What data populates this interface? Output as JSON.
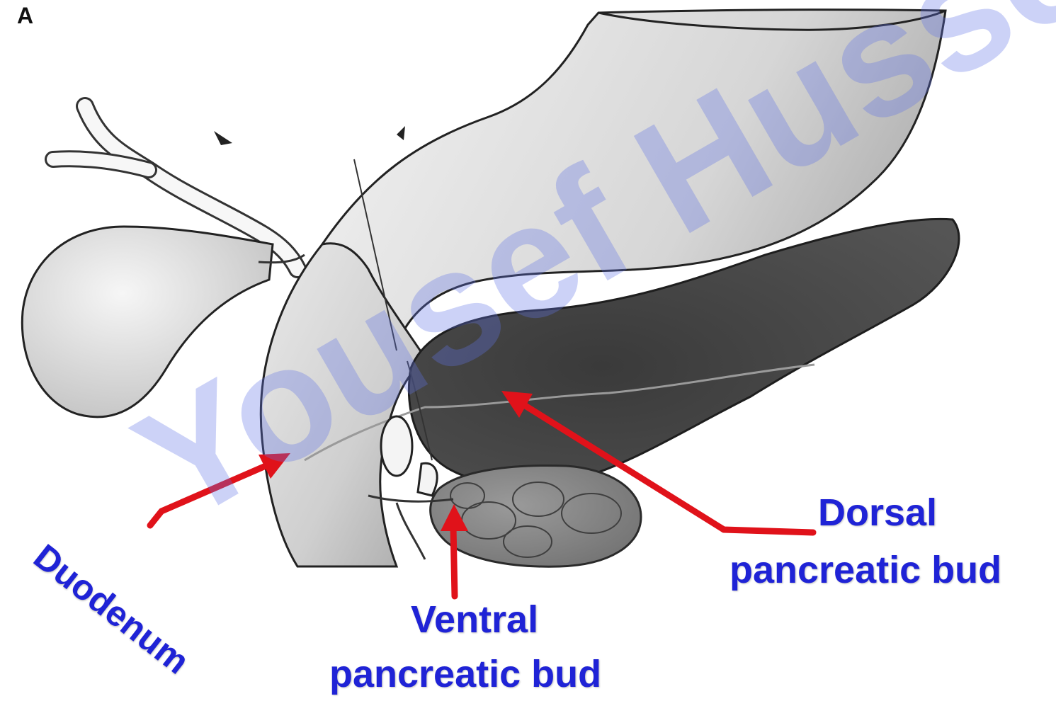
{
  "labels": {
    "duodenum": "Duodenum",
    "ventral_line1": "Ventral",
    "ventral_line2": "pancreatic bud",
    "dorsal_line1": "Dorsal",
    "dorsal_line2": "pancreatic bud"
  },
  "watermark": "Yousef Hussein",
  "corner_mark": "A",
  "colors": {
    "label_text": "#1f23d6",
    "arrow": "#e0121a",
    "dorsal_bud": "#444444",
    "ventral_bud": "#8a8a8a",
    "duodenum_shading": "#c9c9c9",
    "watermark": "#6a7ae6"
  }
}
